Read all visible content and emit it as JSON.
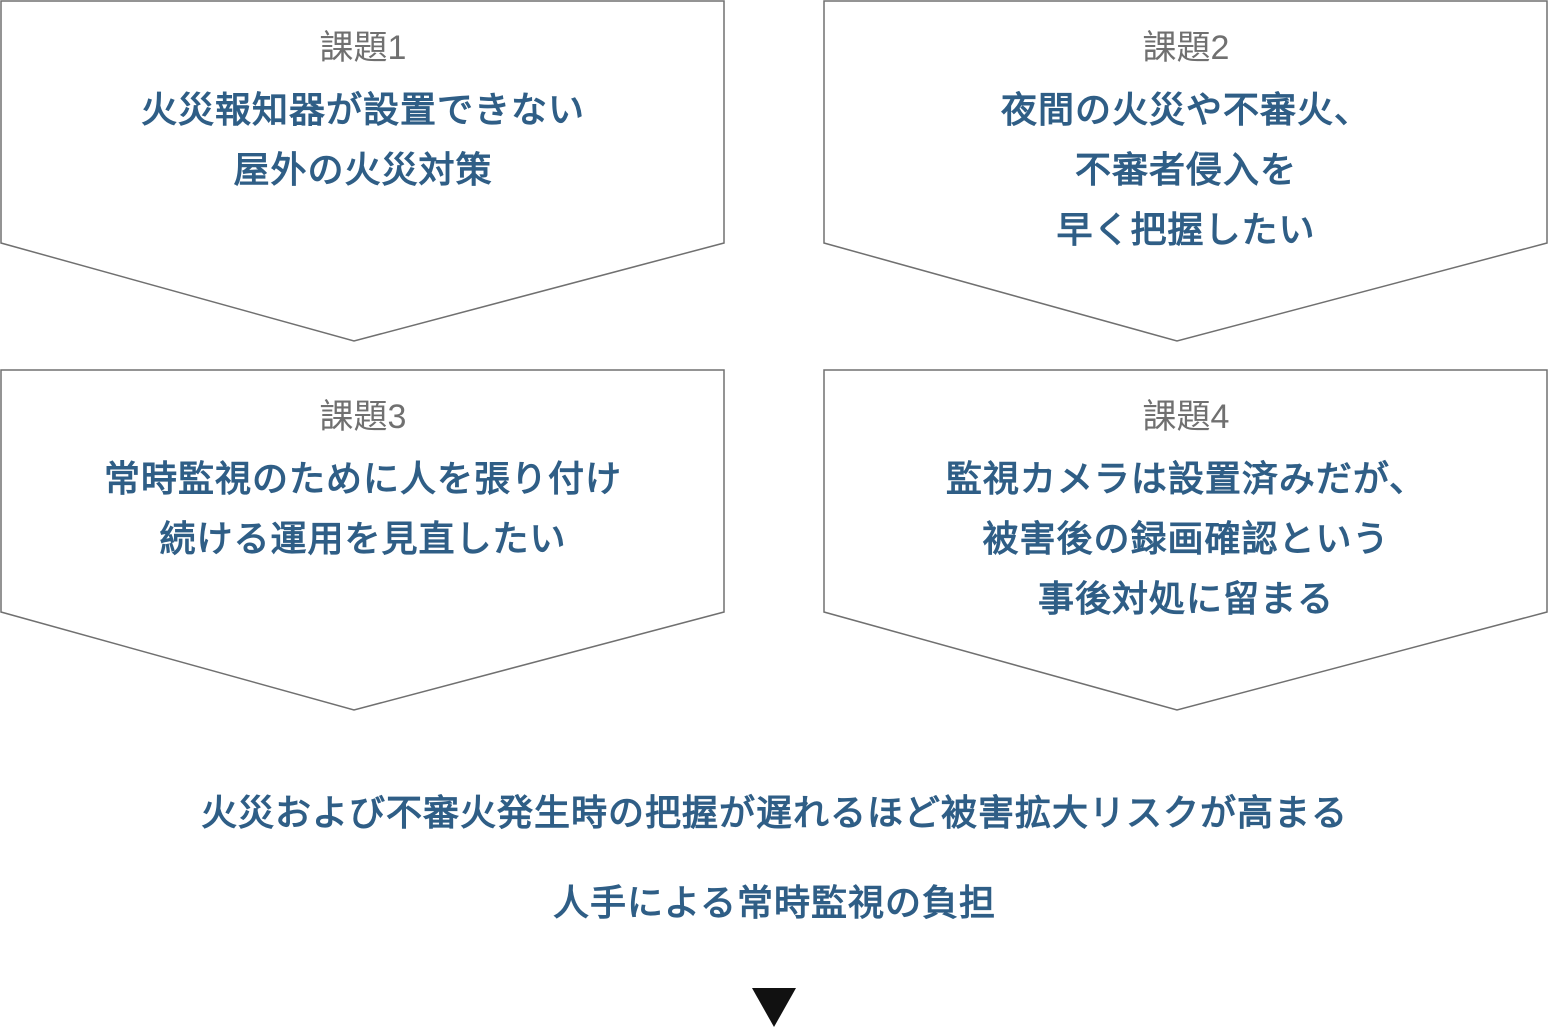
{
  "issues": [
    {
      "label": "課題1",
      "lines": [
        "火災報知器が設置できない",
        "屋外の火災対策"
      ]
    },
    {
      "label": "課題2",
      "lines": [
        "夜間の火災や不審火、",
        "不審者侵入を",
        "早く把握したい"
      ]
    },
    {
      "label": "課題3",
      "lines": [
        "常時監視のために人を張り付け",
        "続ける運用を見直したい"
      ]
    },
    {
      "label": "課題4",
      "lines": [
        "監視カメラは設置済みだが、",
        "被害後の録画確認という",
        "事後対処に留まる"
      ]
    }
  ],
  "summary": [
    "火災および不審火発生時の把握が遅れるほど被害拡大リスクが高まる",
    "人手による常時監視の負担"
  ],
  "colors": {
    "text": "#2f5e86",
    "label": "#707070",
    "border": "#707070"
  }
}
